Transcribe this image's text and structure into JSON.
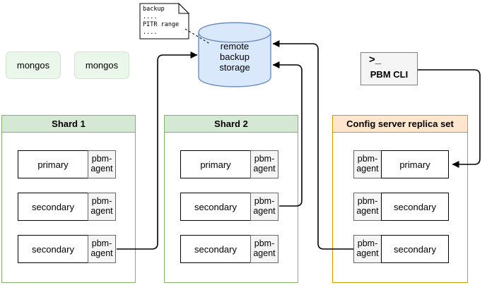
{
  "note": {
    "lines": [
      "backup",
      "....",
      "PITR range",
      "...."
    ]
  },
  "storage": {
    "label": "remote backup storage",
    "lines": [
      "remote",
      "backup",
      "storage"
    ]
  },
  "mongos_row": {
    "items": [
      {
        "label": "mongos"
      },
      {
        "label": "mongos"
      }
    ]
  },
  "pbm_cli": {
    "icon": ">_",
    "label": "PBM CLI"
  },
  "groups": {
    "shard1": {
      "title": "Shard 1",
      "rows": [
        {
          "role": "primary",
          "agent": "pbm-agent"
        },
        {
          "role": "secondary",
          "agent": "pbm-agent"
        },
        {
          "role": "secondary",
          "agent": "pbm-agent"
        }
      ]
    },
    "shard2": {
      "title": "Shard 2",
      "rows": [
        {
          "role": "primary",
          "agent": "pbm-agent"
        },
        {
          "role": "secondary",
          "agent": "pbm-agent"
        },
        {
          "role": "secondary",
          "agent": "pbm-agent"
        }
      ]
    },
    "config": {
      "title": "Config server replica set",
      "rows": [
        {
          "agent": "pbm-agent",
          "role": "primary"
        },
        {
          "agent": "pbm-agent",
          "role": "secondary"
        },
        {
          "agent": "pbm-agent",
          "role": "secondary"
        }
      ]
    }
  },
  "colors": {
    "shard_border": "#82b366",
    "shard_header_fill": "#d5e8d4",
    "config_border": "#d79b00",
    "config_header_fill": "#ffe6cc",
    "storage_fill": "#dae8fc",
    "storage_stroke": "#6c8ebf",
    "agent_fill": "#f5f5f5",
    "agent_stroke": "#666666",
    "mongos_fill": "#ecf7ec",
    "connector": "#000000"
  }
}
